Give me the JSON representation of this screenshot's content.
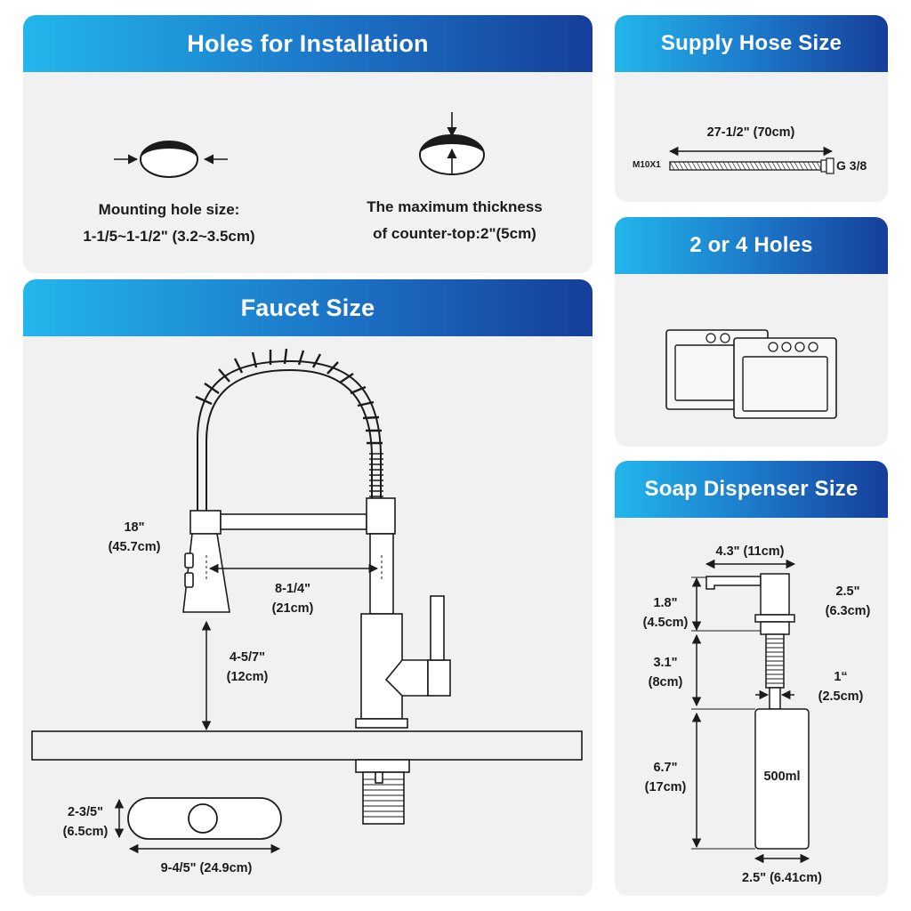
{
  "holes_panel": {
    "title": "Holes for Installation",
    "mounting_line1": "Mounting hole size:",
    "mounting_line2": "1-1/5~1-1/2\" (3.2~3.5cm)",
    "thickness_line1": "The maximum thickness",
    "thickness_line2": "of counter-top:2\"(5cm)"
  },
  "supply_panel": {
    "title": "Supply Hose Size",
    "length": "27-1/2\" (70cm)",
    "left_fitting": "M10X1",
    "right_fitting": "G 3/8"
  },
  "holes_count_panel": {
    "title": "2 or 4 Holes"
  },
  "faucet_panel": {
    "title": "Faucet Size",
    "height_in": "18\"",
    "height_cm": "(45.7cm)",
    "reach_in": "8-1/4\"",
    "reach_cm": "(21cm)",
    "clearance_in": "4-5/7\"",
    "clearance_cm": "(12cm)",
    "plate_height_in": "2-3/5\"",
    "plate_height_cm": "(6.5cm)",
    "plate_width": "9-4/5\" (24.9cm)"
  },
  "soap_panel": {
    "title": "Soap Dispenser Size",
    "width": "4.3\" (11cm)",
    "spout_in": "1.8\"",
    "spout_cm": "(4.5cm)",
    "pump_in": "2.5\"",
    "pump_cm": "(6.3cm)",
    "shank_in": "3.1\"",
    "shank_cm": "(8cm)",
    "shank_dia_in": "1“",
    "shank_dia_cm": "(2.5cm)",
    "bottle_in": "6.7\"",
    "bottle_cm": "(17cm)",
    "capacity": "500ml",
    "bottle_width": "2.5\" (6.41cm)"
  },
  "colors": {
    "header_start": "#22b6ec",
    "header_mid": "#1c74c7",
    "header_end": "#153e9a",
    "panel_bg": "#f1f1f1",
    "line": "#1b1b1b"
  }
}
